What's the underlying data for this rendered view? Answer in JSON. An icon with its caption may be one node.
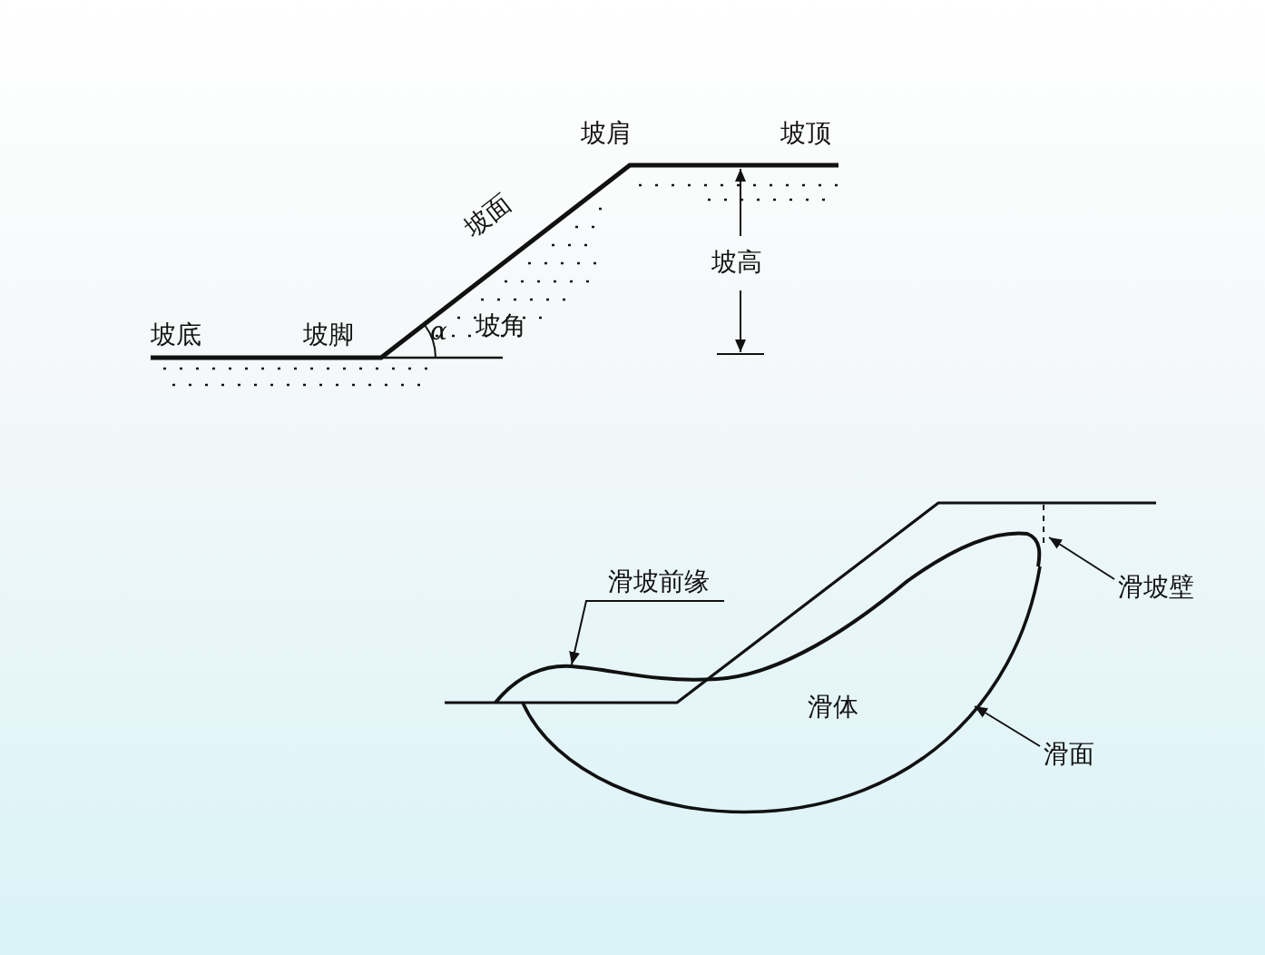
{
  "diagram": {
    "nodes": [
      {
        "text": [
          "滑坡前缘"
        ]
      },
      {
        "text": [
          "滑坡壁"
        ]
      },
      {
        "text": [
          "滑面"
        ]
      }
    ],
    "edges": [
      {
        "from": 0,
        "to": null,
        "arrow": "to"
      },
      {
        "from": 1,
        "to": null,
        "arrow": "to"
      },
      {
        "from": 2,
        "to": null,
        "arrow": "to"
      }
    ],
    "labels": [
      "坡肩",
      "坡顶",
      "坡面",
      "坡高",
      "坡底",
      "坡脚",
      "α",
      "坡角",
      "滑体"
    ]
  }
}
